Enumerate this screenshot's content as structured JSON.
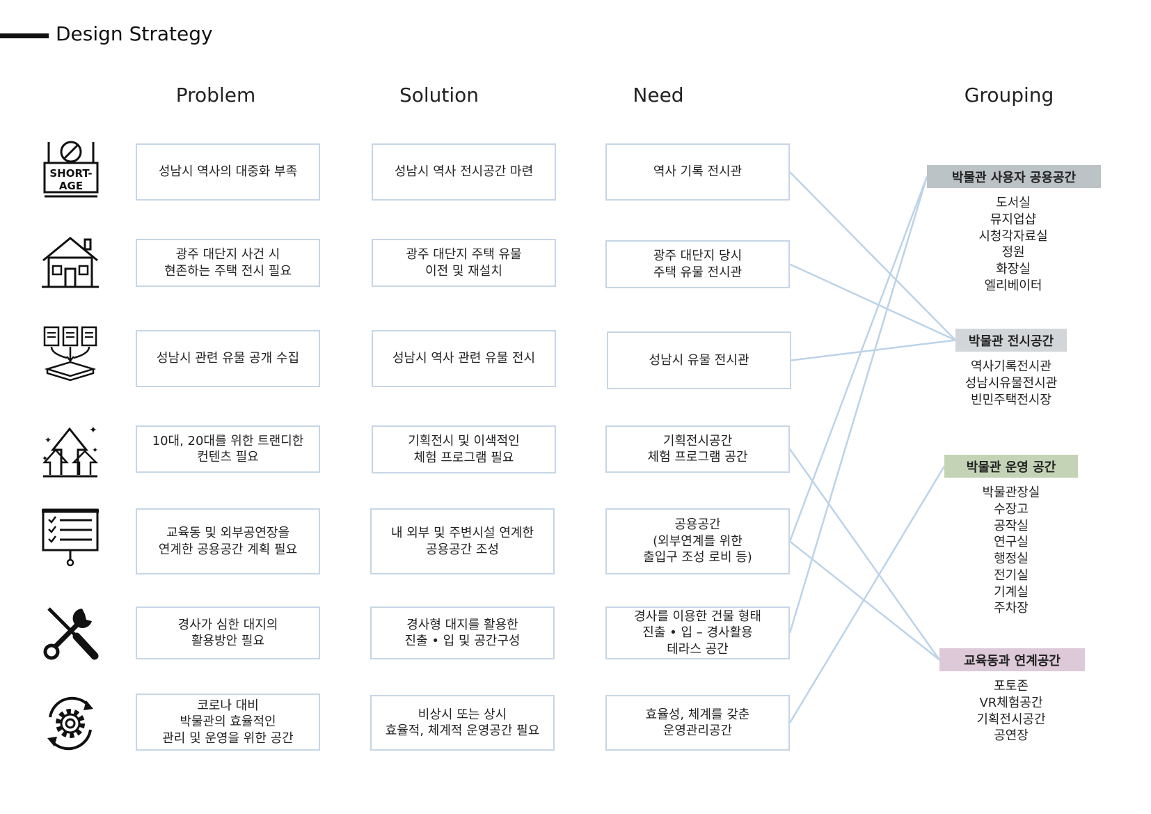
{
  "title": "Design Strategy",
  "headers": {
    "problem": "Problem",
    "solution": "Solution",
    "need": "Need",
    "grouping": "Grouping"
  },
  "rows": [
    {
      "icon": "shortage-icon",
      "icon_text": [
        "SHORT-",
        "AGE"
      ],
      "problem": "성남시 역사의 대중화 부족",
      "solution": "성남시 역사 전시공간 마련",
      "need": "역사 기록 전시관"
    },
    {
      "icon": "house-icon",
      "problem": "광주 대단지 사건 시\n현존하는 주택 전시 필요",
      "solution": "광주 대단지 주택 유물\n이전 및 재설치",
      "need": "광주 대단지 당시\n주택 유물 전시관"
    },
    {
      "icon": "document-collection-icon",
      "problem": "성남시 관련 유물 공개 수집",
      "solution": "성남시 역사 관련 유물 전시",
      "need": "성남시 유물 전시관"
    },
    {
      "icon": "trending-arrows-icon",
      "problem": "10대, 20대를 위한 트랜디한\n컨텐츠 필요",
      "solution": "기획전시 및 이색적인\n체험 프로그램 필요",
      "need": "기획전시공간\n체험 프로그램 공간"
    },
    {
      "icon": "checklist-board-icon",
      "problem": "교육동 및 외부공연장을\n연계한 공용공간 계획 필요",
      "solution": "내 외부 및 주변시설 연계한\n공용공간 조성",
      "need": "공용공간\n(외부연계를 위한\n출입구 조성 로비 등)"
    },
    {
      "icon": "tools-icon",
      "problem": "경사가 심한 대지의\n활용방안 필요",
      "solution": "경사형 대지를 활용한\n진출 • 입 및 공간구성",
      "need": "경사를 이용한 건물 형태\n진출 • 입 – 경사활용\n테라스 공간"
    },
    {
      "icon": "gear-cycle-icon",
      "problem": "코로나 대비\n박물관의 효율적인\n관리 및 운영을 위한 공간",
      "solution": "비상시 또는 상시\n효율적, 체계적 운영공간 필요",
      "need": "효율성, 체계를 갖춘\n운영관리공간"
    }
  ],
  "groups": [
    {
      "label": "박물관 사용자 공용공간",
      "color": "#bcc3c7",
      "items": "도서실\n뮤지업샵\n시청각자료실\n정원\n화장실\n엘리베이터"
    },
    {
      "label": "박물관 전시공간",
      "color": "#d3d6d8",
      "items": "역사기록전시관\n성남시유물전시관\n빈민주택전시장"
    },
    {
      "label": "박물관 운영  공간",
      "color": "#c4d3b6",
      "items": "박물관장실\n수장고\n공작실\n연구실\n행정실\n전기실\n기계실\n주차장"
    },
    {
      "label": "교육동과 연계공간",
      "color": "#ddc9d8",
      "items": "포토존\nVR체험공간\n기획전시공간\n공연장"
    }
  ],
  "connections": [
    {
      "from": 0,
      "to": 1
    },
    {
      "from": 1,
      "to": 1
    },
    {
      "from": 2,
      "to": 1
    },
    {
      "from": 3,
      "to": 3
    },
    {
      "from": 4,
      "to": 0
    },
    {
      "from": 4,
      "to": 3
    },
    {
      "from": 5,
      "to": 0
    },
    {
      "from": 6,
      "to": 2
    }
  ],
  "colors": {
    "box_border": "#c6d6e6",
    "link": "#bcd3e8"
  }
}
